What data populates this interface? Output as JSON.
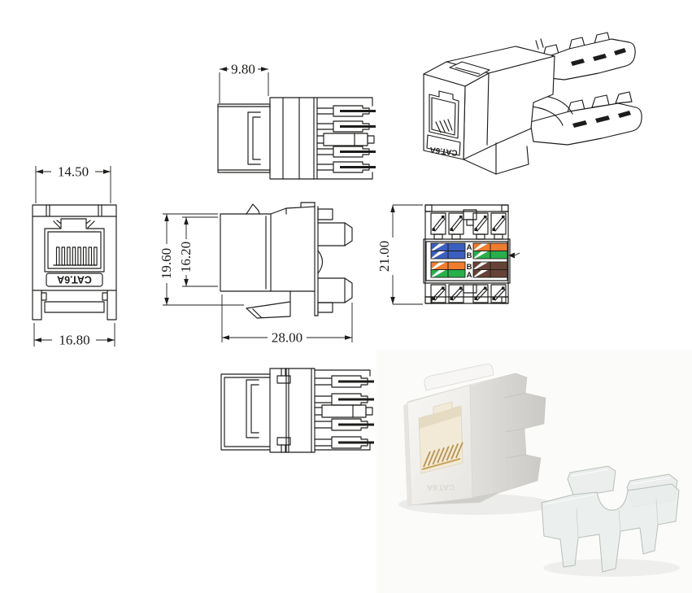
{
  "sheet": {
    "front_view": {
      "dim_top": "14.50",
      "dim_bottom": "16.80",
      "label": "CAT.6A"
    },
    "top_view": {
      "dim_width": "9.80"
    },
    "side_view": {
      "dim_height_total": "19.60",
      "dim_height_body": "16.20",
      "dim_length": "28.00"
    },
    "back_view": {
      "dim_height": "21.00",
      "wire_labels": [
        "A",
        "B",
        "B",
        "A"
      ]
    },
    "iso_view": {
      "label": "CAT.6A"
    },
    "photo": {
      "label": "CAT.6A"
    }
  },
  "colors": {
    "line": "#1c1c1a",
    "wire_blue": "#3b5fc0",
    "wire_orange": "#f07c2e",
    "wire_green": "#27b04a",
    "wire_brown": "#664236",
    "wire_stripe": "#ffffff"
  }
}
